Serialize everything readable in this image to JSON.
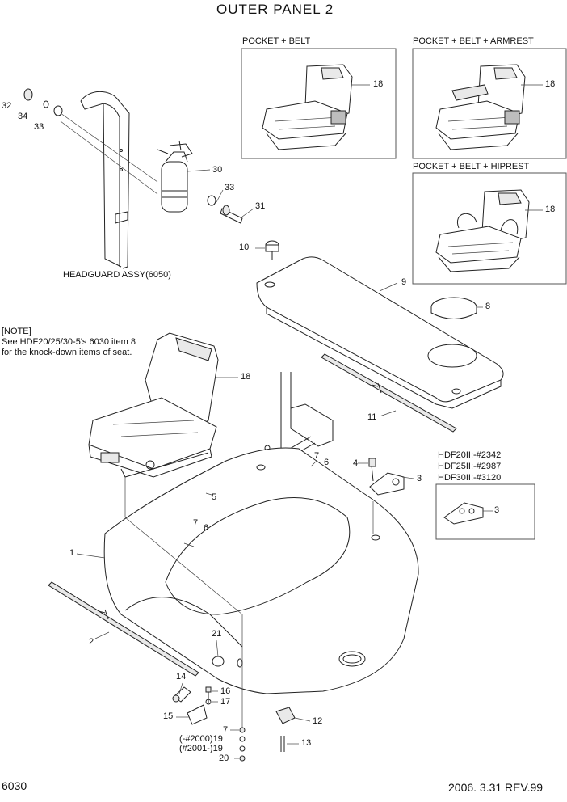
{
  "title": "OUTER PANEL 2",
  "page_number": "6030",
  "revision": "2006. 3.31 REV.99",
  "insets": {
    "pocket_belt": "POCKET + BELT",
    "pocket_belt_armrest": "POCKET + BELT + ARMREST",
    "pocket_belt_hiprest": "POCKET + BELT + HIPREST"
  },
  "headguard_label": "HEADGUARD ASSY(6050)",
  "note": "[NOTE]\nSee HDF20/25/30-5's 6030 item 8\nfor the knock-down items of seat.",
  "serials": [
    "HDF20II:-#2342",
    "HDF25II:-#2987",
    "HDF30II:-#3120"
  ],
  "callouts": {
    "c18a": "18",
    "c18b": "18",
    "c18c": "18",
    "c18d": "18",
    "c32": "32",
    "c34": "34",
    "c33a": "33",
    "c33b": "33",
    "c30": "30",
    "c31": "31",
    "c10": "10",
    "c9": "9",
    "c8": "8",
    "c11": "11",
    "c7a": "7",
    "c6a": "6",
    "c4": "4",
    "c3a": "3",
    "c3b": "3",
    "c5": "5",
    "c7b": "7",
    "c6b": "6",
    "c1": "1",
    "c2": "2",
    "c21": "21",
    "c14": "14",
    "c16": "16",
    "c17": "17",
    "c15": "15",
    "c12": "12",
    "c7c": "7",
    "c19a": "(-#2000)19",
    "c19b": "(#2001-)19",
    "c13": "13",
    "c20": "20"
  }
}
